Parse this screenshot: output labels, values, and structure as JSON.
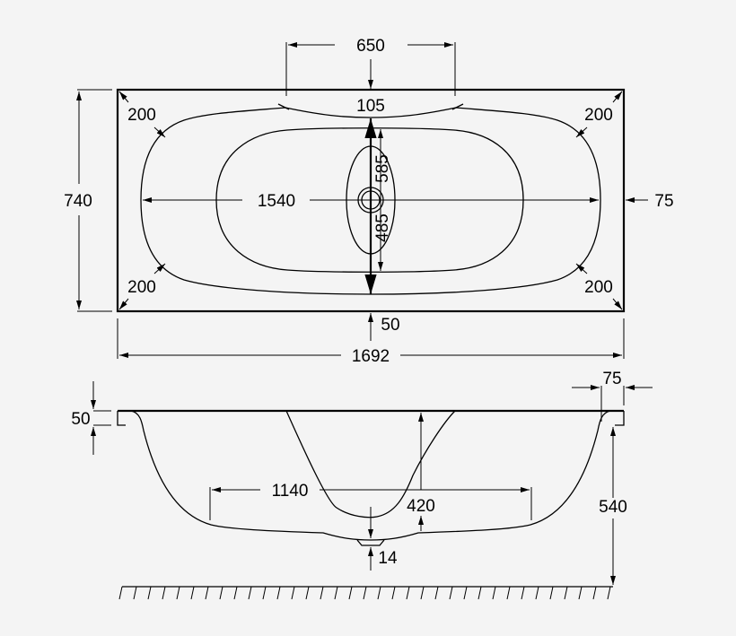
{
  "drawing": {
    "title": "Bathtub technical dimension drawing",
    "units": "mm",
    "background": "#f4f4f4",
    "line_color": "#000000"
  },
  "top_view": {
    "overall_length": "1692",
    "overall_width": "740",
    "inner_length": "1540",
    "rim_width_side": "75",
    "rim_width_front": "50",
    "backrest_span": "650",
    "backrest_depth": "105",
    "corner_radius_tl": "200",
    "corner_radius_tr": "200",
    "corner_radius_bl": "200",
    "corner_radius_br": "200",
    "center_depth_upper": "585",
    "center_depth_lower": "485"
  },
  "side_view": {
    "rim_thickness": "50",
    "rim_overhang": "75",
    "bottom_length": "1140",
    "inner_depth": "420",
    "drain_depth": "14",
    "total_height": "540"
  }
}
